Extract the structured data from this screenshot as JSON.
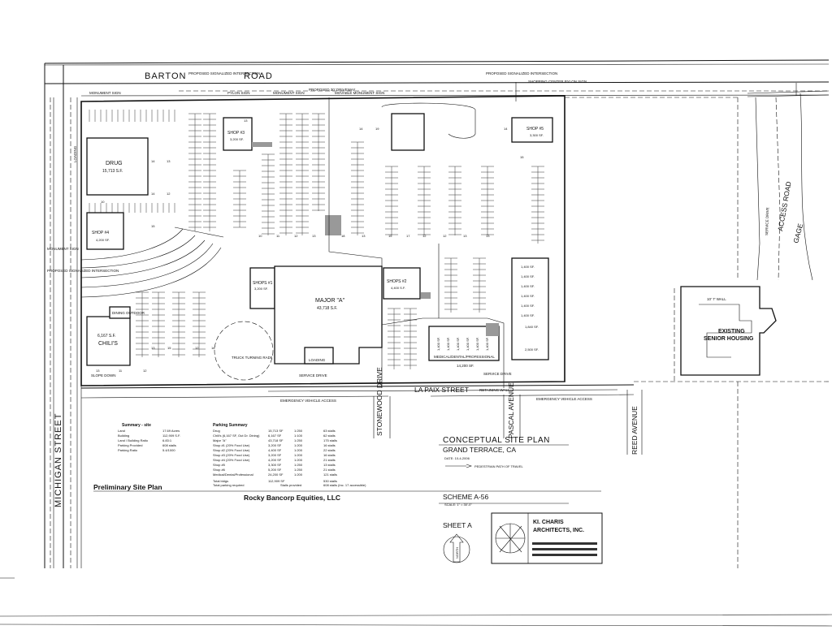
{
  "roads": {
    "barton_1": "BARTON",
    "barton_2": "ROAD",
    "michigan": "MICHIGAN STREET",
    "la_paix": "LA PAIX STREET",
    "stonewood": "STONEWOOD DRIVE",
    "pascal": "PASCAL AVENUE",
    "reed": "REED AVENUE",
    "access": "ACCESS ROAD",
    "gage": "GAGE"
  },
  "small_notes": {
    "proposed_signal_1": "PROPOSED SIGNALIZED INTERSECTION",
    "proposed_signal_2": "PROPOSED SIGNALIZED INTERSECTION",
    "proposed_signal_3": "PROPOSED SIGNALIZED INTERSECTION",
    "monument_sign_1": "MONUMENT SIGN",
    "monument_sign_2": "MONUMENT SIGN",
    "monument_sign_3": "MONUMENT SIGN",
    "pylon_sign": "PYLON SIGN",
    "proposed_driveway": "PROPOSED 30' DRIVEWAY",
    "movable_monument": "MOVABLE MONUMENT SIGN",
    "shopping_pylon": "SHOPPING CENTER PYLON SIGN",
    "service_drive_1": "SERVICE DRIVE",
    "service_drive_2": "SERVICE DRIVE",
    "service_drive_3": "SERVICE DRIVE",
    "loading_1": "LOADING",
    "loading_2": "LOADING",
    "truck_turning": "TRUCK TURNING RADII",
    "retaining_wall": "RETAINING WALL",
    "emergency_access_1": "EMERGENCY VEHICLE ACCESS",
    "emergency_access_2": "EMERGENCY VEHICLE ACCESS",
    "wall": "10' 7' WALL",
    "dining": "DINING OUTDOOR",
    "slope": "SLOPE DOWN",
    "medical": "MEDICAL/DENTAL/PROFESSIONAL",
    "medical_sf": "14,200 SF."
  },
  "buildings": {
    "drug_name": "DRUG",
    "drug_sf": "15,713 S.F.",
    "shop3_name": "SHOP #3",
    "shop3_sf": "3,200 SF.",
    "shop4_name": "SHOP #4",
    "shop4_sf": "4,200 SF.",
    "shop5_name": "SHOP #5",
    "shop5_sf": "3,300 SF.",
    "shops1_name": "SHOPS #1",
    "shops1_sf": "3,200 SF.",
    "shops2_name": "SHOPS #2",
    "shops2_sf": "4,400 S.F.",
    "major_name": "MAJOR \"A\"",
    "major_sf": "43,718 S.F.",
    "chilis_sf": "6,167 S.F.",
    "chilis_name": "CHILI'S",
    "senior_1": "EXISTING",
    "senior_2": "SENIOR HOUSING",
    "suites": [
      "1,400 SF.",
      "1,400 SF.",
      "1,400 SF.",
      "1,400 SF.",
      "1,400 SF.",
      "1,400 SF.",
      "1,840 SF.",
      "2,500 SF."
    ],
    "suites_bottom": [
      "1,400 SF.",
      "1,400 SF.",
      "1,400 SF.",
      "1,400 SF.",
      "1,400 SF.",
      "1,400 SF."
    ]
  },
  "title_block": {
    "title": "CONCEPTUAL SITE PLAN",
    "location": "GRAND TERRACE, CA",
    "date": "DATE: 10-4-2006",
    "path_legend": "PEDESTRIAN PATH OF TRAVEL",
    "preliminary": "Preliminary Site Plan",
    "developer": "Rocky Bancorp Equities, LLC",
    "scheme": "SCHEME A-56",
    "scale": "SCALE: 1\" = 30'-0\"",
    "sheet": "SHEET A",
    "north": "NORTH",
    "architect_1": "KI. CHARIS",
    "architect_2": "ARCHITECTS, INC."
  },
  "summary": {
    "site_title": "Summary - site",
    "site_rows": [
      {
        "label": "Land",
        "value": "17.69 Acres"
      },
      {
        "label": "Building",
        "value": "112,909 S.F."
      },
      {
        "label": "Land / Building Ratio",
        "value": "6.83:1"
      },
      {
        "label": "Parking Provided",
        "value": "608 stalls"
      },
      {
        "label": "Parking Ratio",
        "value": "5.4/1000"
      }
    ],
    "parking_title": "Parking Summary",
    "parking_rows": [
      {
        "label": "Drug",
        "sf": "15,713 SF",
        "ratio": "1:250",
        "stalls": "63 stalls"
      },
      {
        "label": "Chili's (6,167 SF, Out Dr. Dining)",
        "sf": "6,167 SF",
        "ratio": "1:100",
        "stalls": "62 stalls"
      },
      {
        "label": "Major \"A\"",
        "sf": "43,718 SF",
        "ratio": "1:250",
        "stalls": "175 stalls"
      },
      {
        "label": "Shop #1 (20% Food Use)",
        "sf": "3,200 SF",
        "ratio": "1:200",
        "stalls": "16 stalls"
      },
      {
        "label": "Shop #2 (20% Food Use)",
        "sf": "4,400 SF",
        "ratio": "1:200",
        "stalls": "22 stalls"
      },
      {
        "label": "Shop #3 (20% Food Use)",
        "sf": "3,200 SF",
        "ratio": "1:200",
        "stalls": "16 stalls"
      },
      {
        "label": "Shop #4 (20% Food Use)",
        "sf": "4,200 SF",
        "ratio": "1:200",
        "stalls": "21 stalls"
      },
      {
        "label": "Shop #5",
        "sf": "3,300 SF",
        "ratio": "1:250",
        "stalls": "13 stalls"
      },
      {
        "label": "Shop #6",
        "sf": "5,200 SF",
        "ratio": "1:250",
        "stalls": "21 stalls"
      },
      {
        "label": "Medical/Dental/Professional",
        "sf": "24,200 SF",
        "ratio": "1:200",
        "stalls": "121 stalls"
      }
    ],
    "total_label": "Total bldgs",
    "total_value": "112,909 SF",
    "req_label": "Total parking required",
    "req_value": "530 stalls",
    "prov_label": "Stalls provided",
    "prov_value": "608 stalls (Inc. 17 accessible)"
  },
  "stall_numbers": [
    "14",
    "13",
    "14",
    "12",
    "15",
    "10",
    "10",
    "11",
    "12",
    "13",
    "18",
    "13",
    "15",
    "17",
    "12",
    "12",
    "13",
    "13",
    "14",
    "15",
    "14",
    "19",
    "13",
    "13",
    "15",
    "12",
    "18",
    "13",
    "11",
    "12"
  ]
}
